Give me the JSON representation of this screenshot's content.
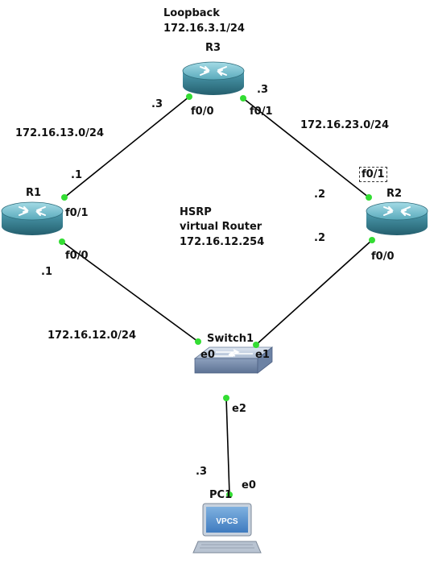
{
  "routers": {
    "r1": {
      "name": "R1"
    },
    "r2": {
      "name": "R2"
    },
    "r3": {
      "name": "R3"
    }
  },
  "switch": {
    "name": "Switch1"
  },
  "pc": {
    "name": "PC1",
    "badge": "VPCS"
  },
  "loopback": {
    "title": "Loopback",
    "address": "172.16.3.1/24"
  },
  "networks": {
    "r1_r3": "172.16.13.0/24",
    "r2_r3": "172.16.23.0/24",
    "lan": "172.16.12.0/24"
  },
  "hsrp": {
    "line1": "HSRP",
    "line2": "virtual Router",
    "line3": "172.16.12.254"
  },
  "ports": {
    "r3_f00": "f0/0",
    "r3_f01": "f0/1",
    "r1_f01": "f0/1",
    "r1_f00": "f0/0",
    "r2_f01": "f0/1",
    "r2_f00": "f0/0",
    "sw_e0": "e0",
    "sw_e1": "e1",
    "sw_e2": "e2",
    "pc_e0": "e0"
  },
  "hosts": {
    "r3_left": ".3",
    "r3_right": ".3",
    "r1_top": ".1",
    "r1_bottom": ".1",
    "r2_top": ".2",
    "r2_bottom": ".2",
    "pc": ".3"
  },
  "colors": {
    "link": "#000000",
    "port_dot": "#33dd33",
    "router_body": "#3a8a9c",
    "router_top": "#7cc4d4",
    "switch_body": "#8fa3bf"
  }
}
